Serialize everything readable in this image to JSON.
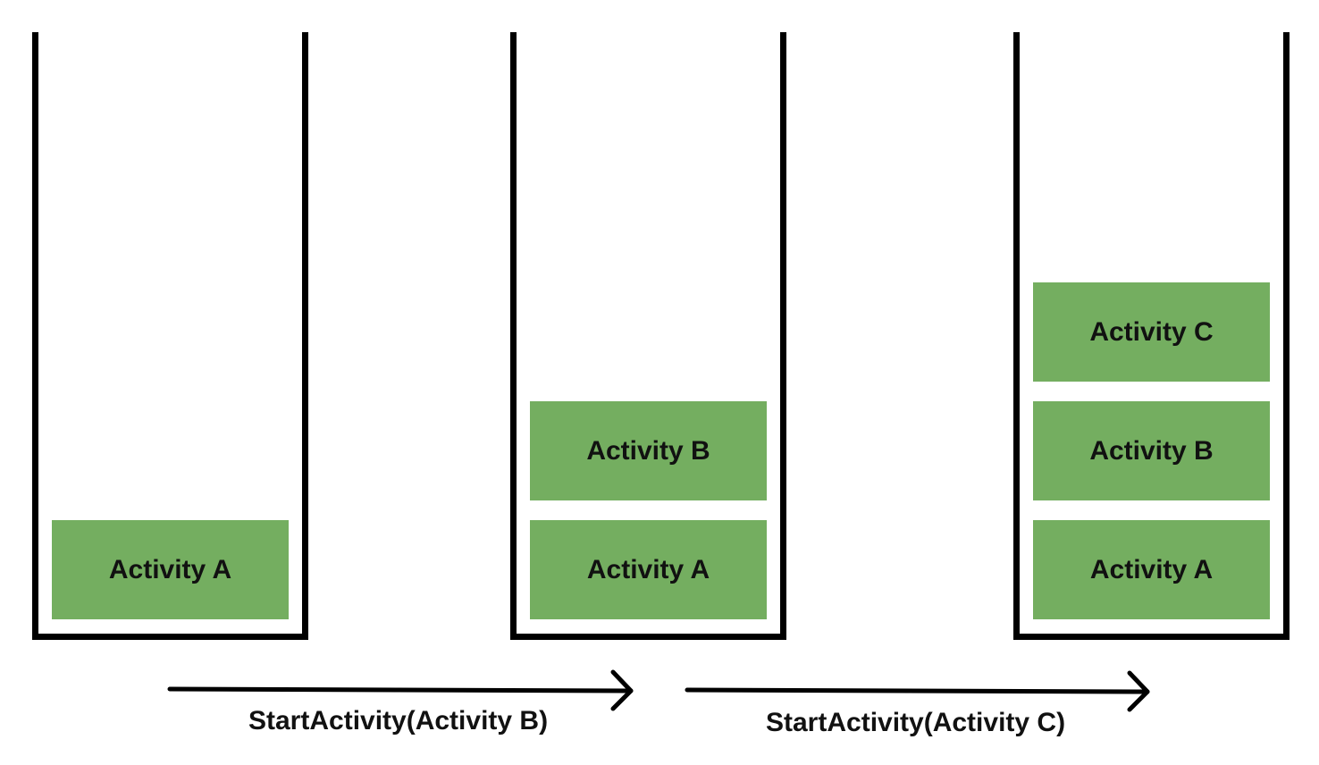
{
  "colors": {
    "activity_fill": "#74ae60",
    "outline": "#000000",
    "text": "#111111"
  },
  "stacks": [
    {
      "activities": [
        "Activity A"
      ]
    },
    {
      "activities": [
        "Activity A",
        "Activity B"
      ]
    },
    {
      "activities": [
        "Activity A",
        "Activity B",
        "Activity C"
      ]
    }
  ],
  "transitions": [
    {
      "label": "StartActivity(Activity B)"
    },
    {
      "label": "StartActivity(Activity C)"
    }
  ]
}
